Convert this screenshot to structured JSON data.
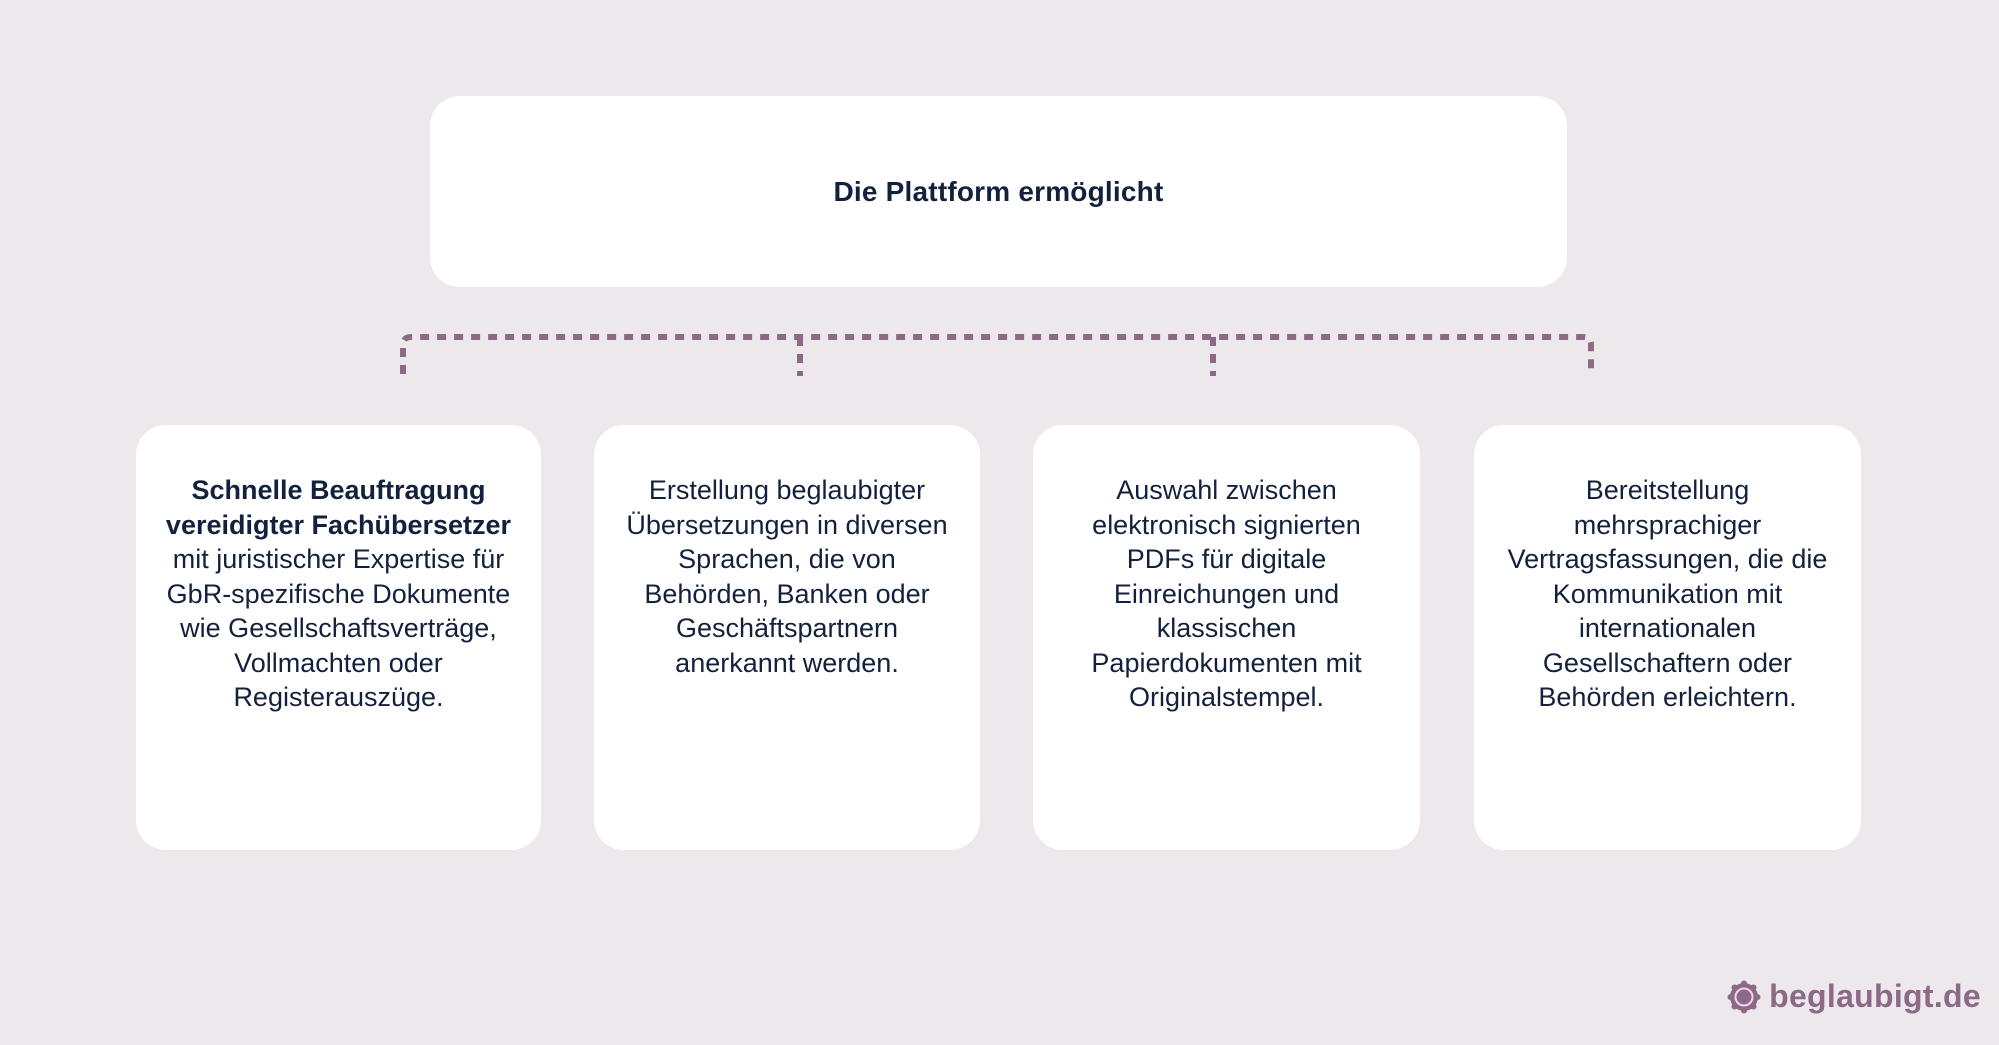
{
  "diagram": {
    "root": {
      "title": "Die Plattform ermöglicht"
    },
    "cards": [
      {
        "bold_text": "Schnelle Beauftragung vereidigter Fachübersetzer",
        "text": " mit juristischer Expertise für GbR-spezifische Dokumente wie Gesellschaftsverträge, Vollmachten oder Registerauszüge."
      },
      {
        "bold_text": "",
        "text": "Erstellung beglaubigter Übersetzungen in diversen Sprachen, die von Behörden, Banken oder Geschäftspartnern anerkannt werden."
      },
      {
        "bold_text": "",
        "text": "Auswahl zwischen elektronisch signierten PDFs für digitale Einreichungen und klassischen Papierdokumenten mit Originalstempel."
      },
      {
        "bold_text": "",
        "text": "Bereitstellung mehrsprachiger Vertragsfassungen, die die Kommunikation mit internationalen Gesellschaftern oder Behörden erleichtern."
      }
    ],
    "connector_color": "#8c6a87"
  },
  "brand": {
    "name": "beglaubigt.de",
    "icon": "seal-badge-icon",
    "color": "#8c6a87"
  },
  "colors": {
    "background": "#ece8ec",
    "card": "#ffffff",
    "text": "#14213d"
  }
}
